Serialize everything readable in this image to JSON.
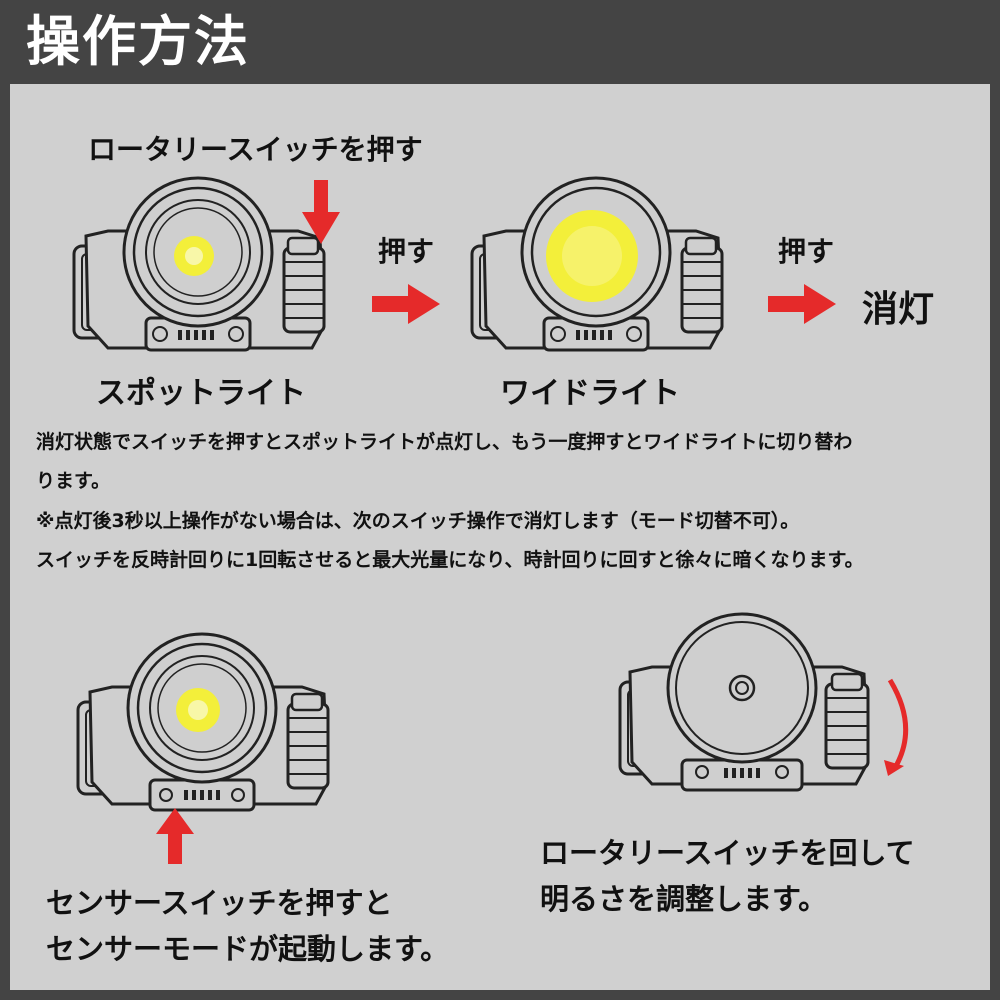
{
  "header": {
    "title": "操作方法"
  },
  "colors": {
    "background": "#444444",
    "panel": "#d0d0d0",
    "accent": "#e52a2a",
    "light": "#f3ef3a"
  },
  "step1": {
    "instruction": "ロータリースイッチを押す",
    "label": "スポットライト"
  },
  "step2": {
    "push_label": "押す",
    "label": "ワイドライト"
  },
  "step3": {
    "push_label": "押す",
    "label": "消灯"
  },
  "description": {
    "line1": "消灯状態でスイッチを押すとスポットライトが点灯し、もう一度押すとワイドライトに切り替わ",
    "line2": "ります。",
    "line3": "※点灯後3秒以上操作がない場合は、次のスイッチ操作で消灯します（モード切替不可）。",
    "line4": "スイッチを反時計回りに1回転させると最大光量になり、時計回りに回すと徐々に暗くなります。"
  },
  "sensor": {
    "line1": "センサースイッチを押すと",
    "line2": "センサーモードが起動します。"
  },
  "rotary": {
    "line1": "ロータリースイッチを回して",
    "line2": "明るさを調整します。"
  }
}
